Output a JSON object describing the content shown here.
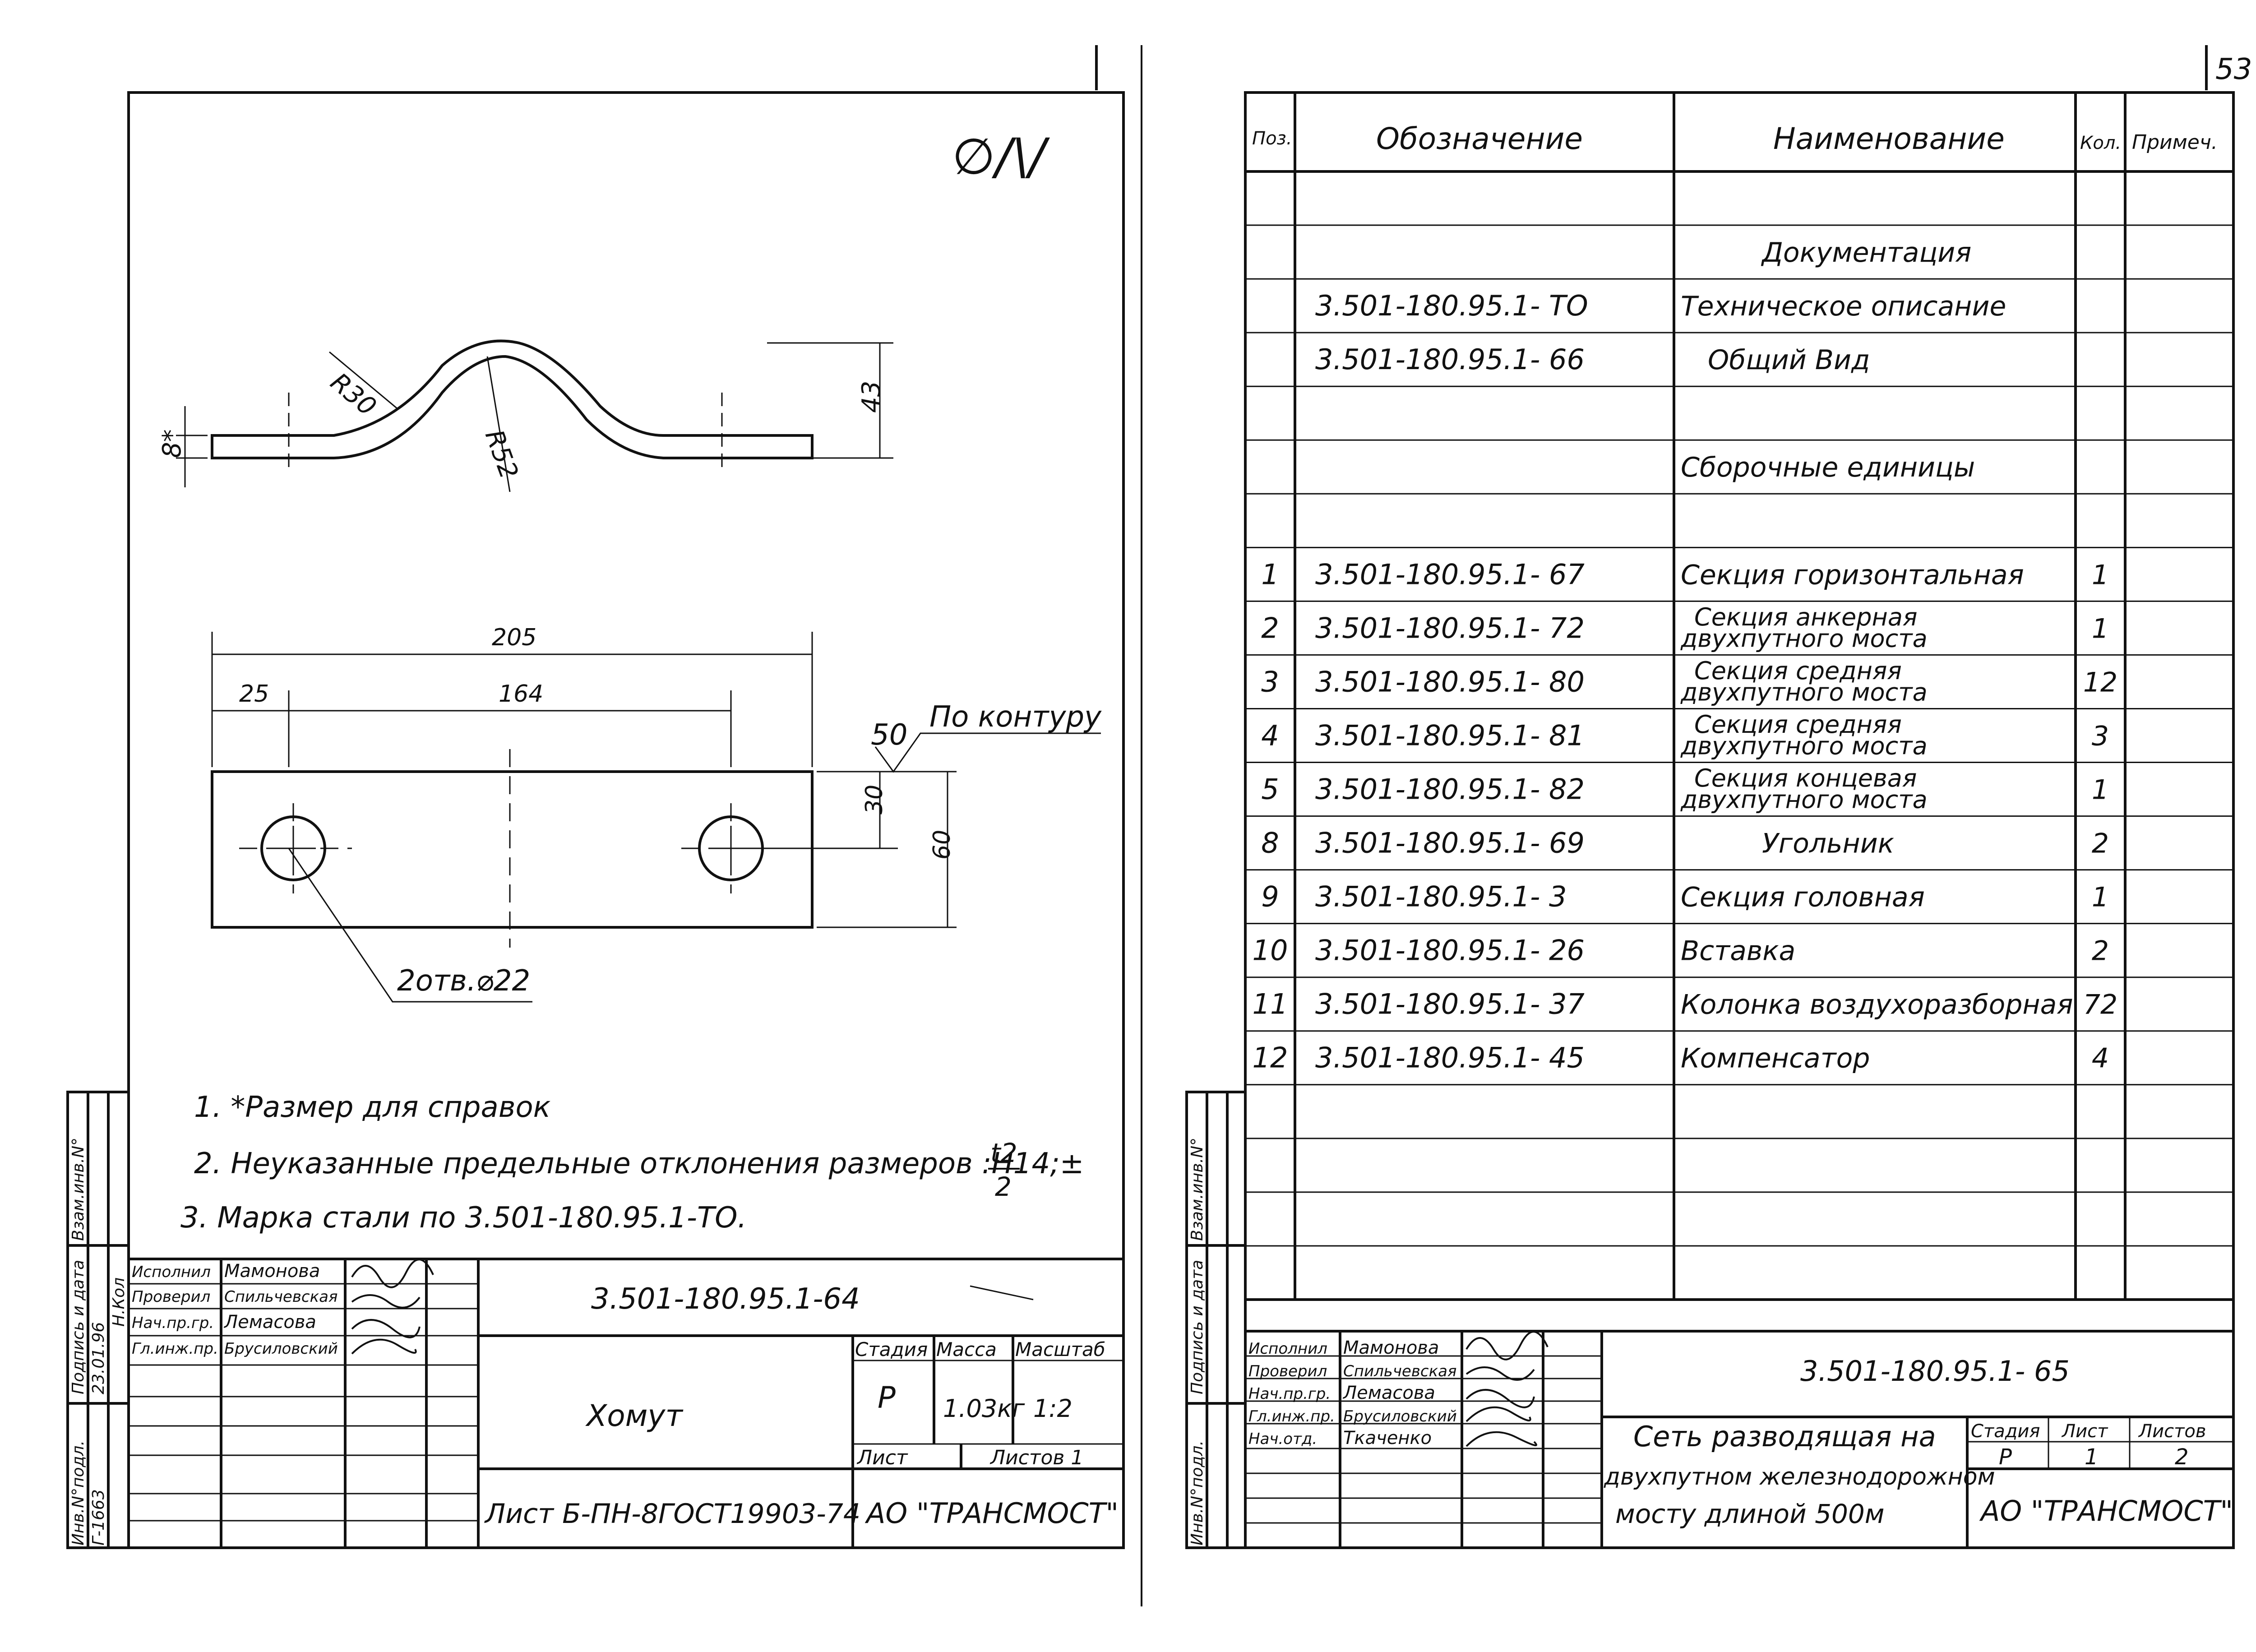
{
  "page_number": "53",
  "left_sheet": {
    "corner_mark": "∅/\\/",
    "dims": {
      "r30": "R30",
      "r52": "R52",
      "h43": "43",
      "t8": "8*",
      "l205": "205",
      "l25": "25",
      "l164": "164",
      "w30": "30",
      "w60": "60",
      "rough_value": "50",
      "rough_text": "По контуру",
      "holes": "2отв.⌀22"
    },
    "notes": [
      "1. *Размер для справок",
      "2. Неуказанные предельные отклонения размеров :Н14;±",
      "3. Марка стали по 3.501-180.95.1-ТО."
    ],
    "tolerance_num": "t2",
    "tolerance_den": "2",
    "stamp": {
      "roles": [
        "Исполнил",
        "Проверил",
        "Нач.пр.гр.",
        "Гл.инж.пр."
      ],
      "names": [
        "Мамонова",
        "Спильчевская",
        "Лемасова",
        "Брусиловский"
      ],
      "doc_code": "3.501-180.95.1-64",
      "title": "Хомут",
      "stage_label": "Стадия",
      "mass_label": "Масса",
      "scale_label": "Масштаб",
      "stage": "Р",
      "mass": "1.03кг",
      "scale": "1:2",
      "sheet_label": "Лист",
      "sheets_label": "Листов 1",
      "material": "Лист Б-ПН-8ГОСТ19903-74",
      "org": "АО \"ТРАНСМОСТ\""
    },
    "side_labels": [
      "Инв.N°подл.",
      "Подпись и дата",
      "Взам.инв.N°"
    ],
    "side_notes": [
      "Г-1663",
      "23.01.96",
      "Н.Кол"
    ]
  },
  "right_sheet": {
    "headers": [
      "Поз.",
      "Обозначение",
      "Наименование",
      "Кол.",
      "Примеч."
    ],
    "rows": [
      {
        "pos": "",
        "code": "",
        "name": "",
        "qty": ""
      },
      {
        "pos": "",
        "code": "",
        "name": "Документация",
        "qty": ""
      },
      {
        "pos": "",
        "code": "3.501-180.95.1- ТО",
        "name": "Техническое описание",
        "qty": ""
      },
      {
        "pos": "",
        "code": "3.501-180.95.1- 66",
        "name": "Общий Вид",
        "qty": ""
      },
      {
        "pos": "",
        "code": "",
        "name": "",
        "qty": ""
      },
      {
        "pos": "",
        "code": "",
        "name": "Сборочные единицы",
        "qty": ""
      },
      {
        "pos": "",
        "code": "",
        "name": "",
        "qty": ""
      },
      {
        "pos": "1",
        "code": "3.501-180.95.1- 67",
        "name": "Секция горизонтальная",
        "qty": "1"
      },
      {
        "pos": "2",
        "code": "3.501-180.95.1- 72",
        "name": "Секция анкерная двухпутного моста",
        "qty": "1"
      },
      {
        "pos": "3",
        "code": "3.501-180.95.1- 80",
        "name": "Секция средняя двухпутного моста",
        "qty": "12"
      },
      {
        "pos": "4",
        "code": "3.501-180.95.1- 81",
        "name": "Секция средняя двухпутного моста",
        "qty": "3"
      },
      {
        "pos": "5",
        "code": "3.501-180.95.1- 82",
        "name": "Секция концевая двухпутного моста",
        "qty": "1"
      },
      {
        "pos": "8",
        "code": "3.501-180.95.1- 69",
        "name": "Угольник",
        "qty": "2"
      },
      {
        "pos": "9",
        "code": "3.501-180.95.1- 3",
        "name": "Секция головная",
        "qty": "1"
      },
      {
        "pos": "10",
        "code": "3.501-180.95.1- 26",
        "name": "Вставка",
        "qty": "2"
      },
      {
        "pos": "11",
        "code": "3.501-180.95.1- 37",
        "name": "Колонка воздухоразборная",
        "qty": "72"
      },
      {
        "pos": "12",
        "code": "3.501-180.95.1- 45",
        "name": "Компенсатор",
        "qty": "4"
      },
      {
        "pos": "",
        "code": "",
        "name": "",
        "qty": ""
      },
      {
        "pos": "",
        "code": "",
        "name": "",
        "qty": ""
      },
      {
        "pos": "",
        "code": "",
        "name": "",
        "qty": ""
      },
      {
        "pos": "",
        "code": "",
        "name": "",
        "qty": ""
      }
    ],
    "stamp": {
      "roles": [
        "Исполнил",
        "Проверил",
        "Нач.пр.гр.",
        "Гл.инж.пр.",
        "Нач.отд."
      ],
      "names": [
        "Мамонова",
        "Спильчевская",
        "Лемасова",
        "Брусиловский",
        "Ткаченко"
      ],
      "doc_code": "3.501-180.95.1- 65",
      "title_lines": [
        "Сеть разводящая на",
        "двухпутном железнодорожном",
        "мосту длиной 500м"
      ],
      "stage_label": "Стадия",
      "sheet_label": "Лист",
      "sheets_label": "Листов",
      "stage": "Р",
      "sheet": "1",
      "sheets": "2",
      "org": "АО \"ТРАНСМОСТ\""
    },
    "side_labels": [
      "Инв.N°подл.",
      "Подпись и дата",
      "Взам.инв.N°"
    ]
  }
}
